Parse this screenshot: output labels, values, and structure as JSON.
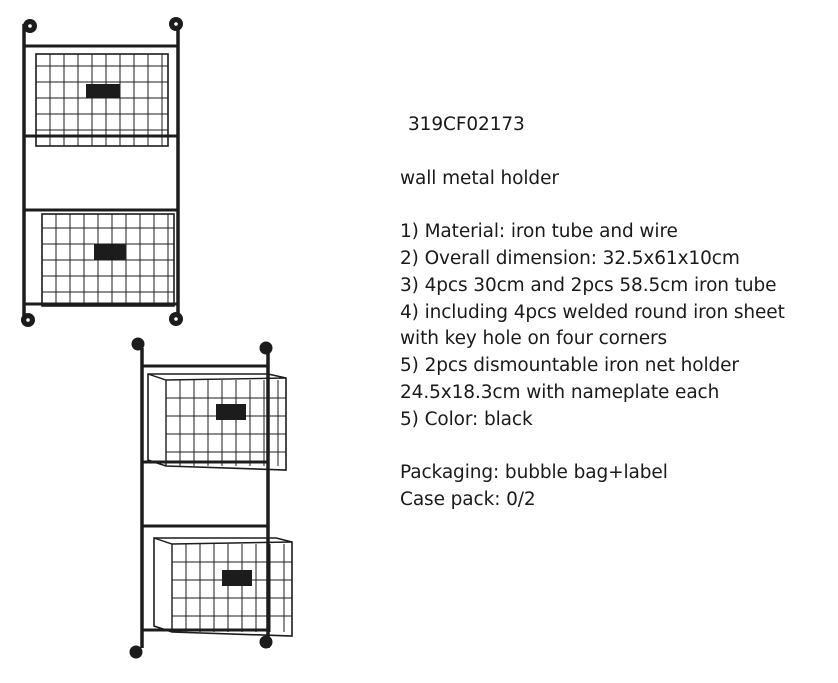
{
  "product": {
    "code": "319CF02173",
    "name": "wall metal holder",
    "specs": [
      "1) Material: iron tube and wire",
      "2) Overall dimension: 32.5x61x10cm",
      "3) 4pcs 30cm and 2pcs 58.5cm iron tube",
      "4) including 4pcs welded round iron sheet",
      "with key hole on four corners",
      "5) 2pcs dismountable iron net holder",
      "24.5x18.3cm with nameplate each",
      "5) Color: black"
    ],
    "packaging": "Packaging: bubble bag+label",
    "case_pack": "Case pack: 0/2"
  },
  "colors": {
    "metal": "#1c1c1c",
    "background": "#ffffff",
    "text": "#1a1a1a"
  },
  "icons": {
    "front_photo": "wall-holder-front-view-icon",
    "angle_photo": "wall-holder-angled-view-icon"
  }
}
